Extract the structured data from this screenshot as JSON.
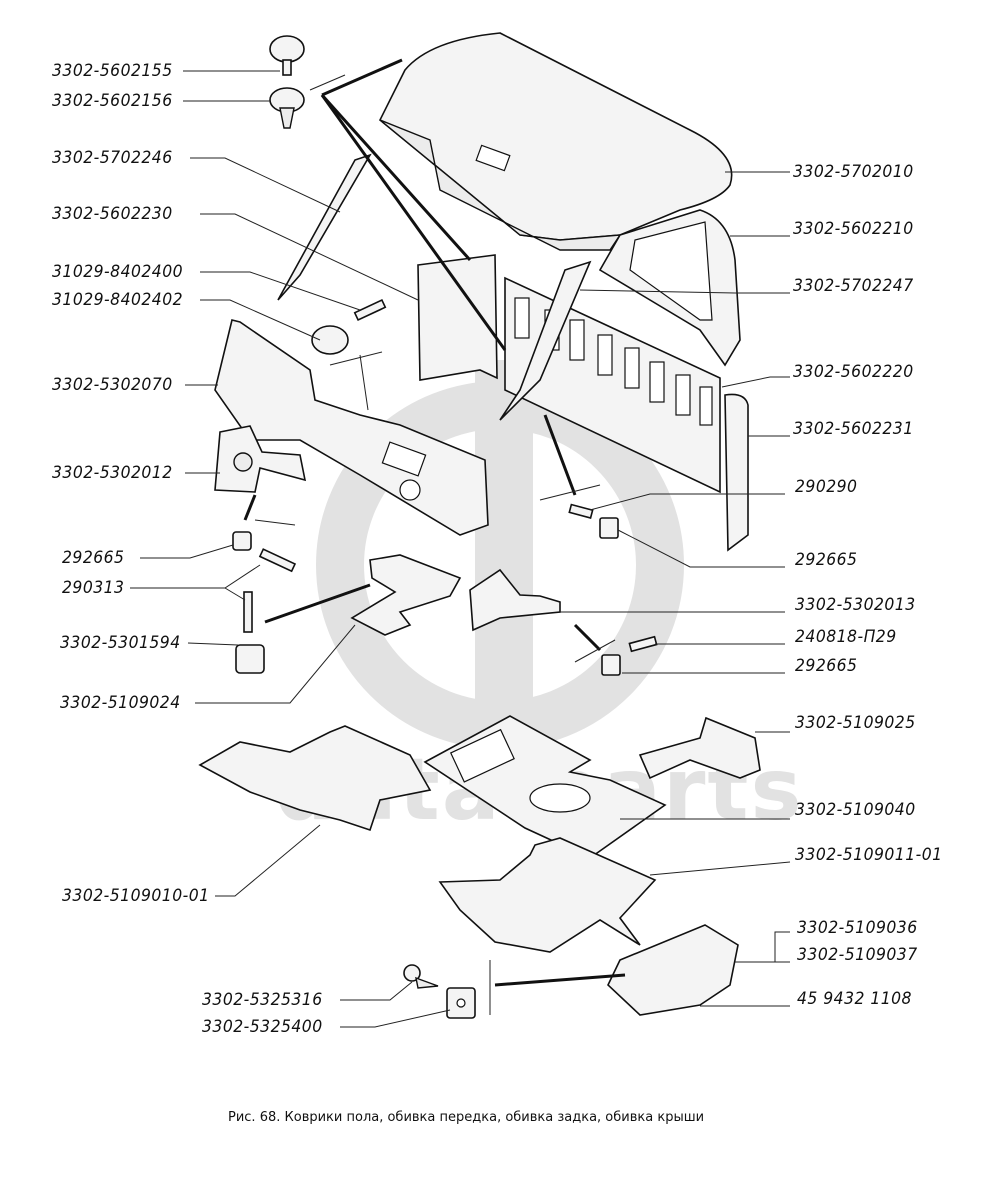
{
  "figure": {
    "caption": "Рис.  68. Коврики пола, обивка передка, обивка задка, обивка крыши",
    "watermark_text": "data-parts",
    "watermark_color": "#e0e0e0",
    "line_color": "#111111"
  },
  "labels_left": [
    {
      "id": "l1",
      "text": "3302-5602155"
    },
    {
      "id": "l2",
      "text": "3302-5602156"
    },
    {
      "id": "l3",
      "text": "3302-5702246"
    },
    {
      "id": "l4",
      "text": "3302-5602230"
    },
    {
      "id": "l5",
      "text": "31029-8402400"
    },
    {
      "id": "l6",
      "text": "31029-8402402"
    },
    {
      "id": "l7",
      "text": "3302-5302070"
    },
    {
      "id": "l8",
      "text": "3302-5302012"
    },
    {
      "id": "l9",
      "text": "292665"
    },
    {
      "id": "l10",
      "text": "290313"
    },
    {
      "id": "l11",
      "text": "3302-5301594"
    },
    {
      "id": "l12",
      "text": "3302-5109024"
    },
    {
      "id": "l13",
      "text": "3302-5109010-01"
    },
    {
      "id": "l14",
      "text": "3302-5325316"
    },
    {
      "id": "l15",
      "text": "3302-5325400"
    }
  ],
  "labels_right": [
    {
      "id": "r1",
      "text": "3302-5702010"
    },
    {
      "id": "r2",
      "text": "3302-5602210"
    },
    {
      "id": "r3",
      "text": "3302-5702247"
    },
    {
      "id": "r4",
      "text": "3302-5602220"
    },
    {
      "id": "r5",
      "text": "3302-5602231"
    },
    {
      "id": "r6",
      "text": "290290"
    },
    {
      "id": "r7",
      "text": "292665"
    },
    {
      "id": "r8",
      "text": "3302-5302013"
    },
    {
      "id": "r9",
      "text": "240818-П29"
    },
    {
      "id": "r10",
      "text": "292665"
    },
    {
      "id": "r11",
      "text": "3302-5109025"
    },
    {
      "id": "r12",
      "text": "3302-5109040"
    },
    {
      "id": "r13",
      "text": "3302-5109011-01"
    },
    {
      "id": "r14",
      "text": "3302-5109036"
    },
    {
      "id": "r15",
      "text": "3302-5109037"
    },
    {
      "id": "r16",
      "text": "45 9432 1108"
    }
  ]
}
